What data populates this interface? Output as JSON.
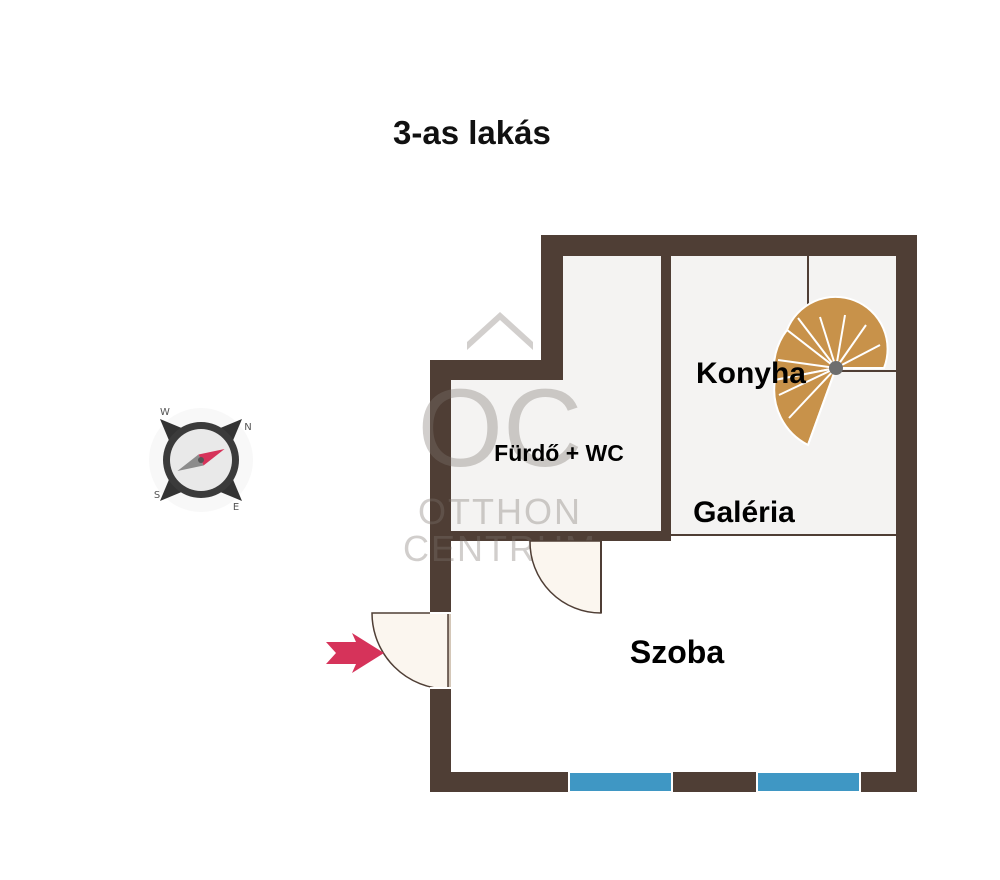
{
  "title": "3-as lakás",
  "rooms": {
    "bath": "Fürdő + WC",
    "kitchen": "Konyha",
    "gallery": "Galéria",
    "room": "Szoba"
  },
  "watermark": {
    "logo": "OC",
    "line1": "OTTHON",
    "line2": "CENTRUM"
  },
  "compass": {
    "n": "N",
    "e": "E",
    "s": "S",
    "w": "W"
  },
  "icons": {
    "compass": "compass-icon",
    "entrance": "entrance-arrow-icon",
    "stair": "spiral-staircase-icon"
  },
  "colors": {
    "wall": "#4f3e35",
    "floor": "#f4f3f2",
    "stair": "#c8924a",
    "window": "#3f97c4",
    "arrow": "#d6335a",
    "door": "#fbf6ef"
  }
}
